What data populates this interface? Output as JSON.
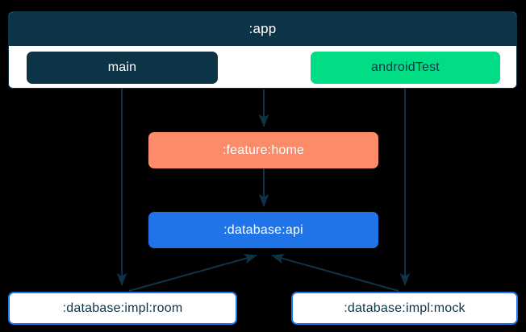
{
  "diagram": {
    "type": "module-dependency-graph",
    "background_color": "#000000",
    "edge_color": "#0C3446",
    "cluster": {
      "title": ":app",
      "header_color": "#0C3446",
      "body_color": "#FFFFFF",
      "source_sets": [
        {
          "id": "main",
          "label": "main",
          "fill": "#0C3446",
          "text_color": "#FFFFFF"
        },
        {
          "id": "androidTest",
          "label": "androidTest",
          "fill": "#00DD85",
          "text_color": "#0C3446"
        }
      ]
    },
    "modules": [
      {
        "id": "feature-home",
        "label": ":feature:home",
        "fill": "#FC8B69",
        "text_color": "#FFFFFF"
      },
      {
        "id": "database-api",
        "label": ":database:api",
        "fill": "#1F74E8",
        "text_color": "#FFFFFF"
      },
      {
        "id": "database-impl-room",
        "label": ":database:impl:room",
        "fill": "#FFFFFF",
        "text_color": "#0C3446",
        "border": "#1F74E8"
      },
      {
        "id": "database-impl-mock",
        "label": ":database:impl:mock",
        "fill": "#FFFFFF",
        "text_color": "#0C3446",
        "border": "#1F74E8"
      }
    ],
    "edges": [
      {
        "from": "main",
        "to": "database-impl-room",
        "style": "solid",
        "arrow": "end"
      },
      {
        "from": "androidTest",
        "to": "database-impl-mock",
        "style": "solid",
        "arrow": "end"
      },
      {
        "from": ":app",
        "to": "feature-home",
        "style": "solid",
        "arrow": "end"
      },
      {
        "from": "feature-home",
        "to": "database-api",
        "style": "solid",
        "arrow": "end"
      },
      {
        "from": "database-impl-room",
        "to": "database-api",
        "style": "solid",
        "arrow": "end"
      },
      {
        "from": "database-impl-mock",
        "to": "database-api",
        "style": "solid",
        "arrow": "end"
      }
    ]
  }
}
